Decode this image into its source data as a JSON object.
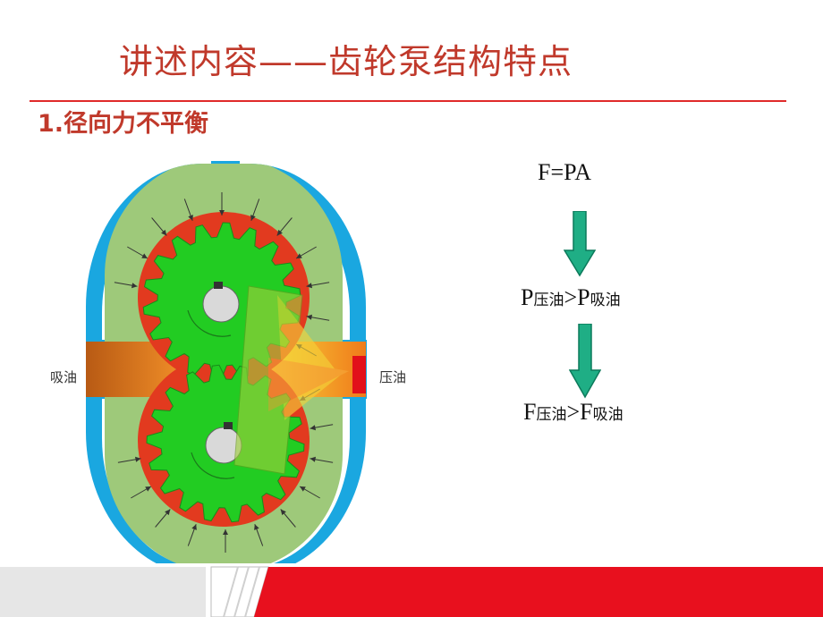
{
  "slide": {
    "title": "讲述内容——齿轮泵结构特点",
    "subtitle": "1.径向力不平衡"
  },
  "diagram": {
    "inlet_label": "吸油",
    "outlet_label": "压油",
    "colors": {
      "housing_blue": "#1aa7e0",
      "gear_green": "#22cc22",
      "pressure_red": "#e23a1f",
      "light_green": "#9ec97a",
      "inlet_orange": "#d9701c",
      "outlet_yellow": "#f2c230"
    }
  },
  "formulas": {
    "f1": "F=PA",
    "f2": {
      "a": "P",
      "a_sub": "压油",
      "op": ">",
      "b": "P",
      "b_sub": "吸油"
    },
    "f3": {
      "a": "F",
      "a_sub": "压油",
      "op": ">",
      "b": "F",
      "b_sub": "吸油"
    },
    "arrow_color": "#1fae85"
  }
}
